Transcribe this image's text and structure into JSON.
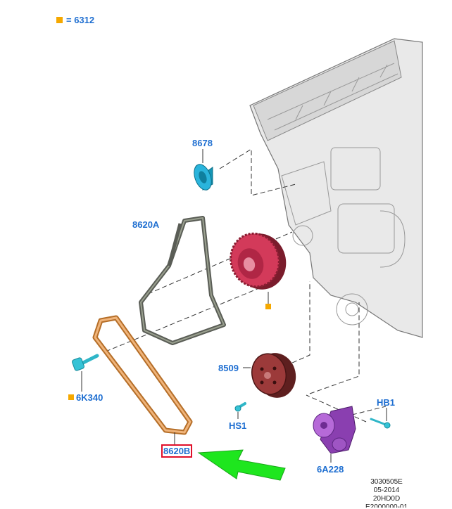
{
  "legend": {
    "marker_color": "#f5a800",
    "text": "= 6312"
  },
  "parts": {
    "p8678": "8678",
    "p8620A": "8620A",
    "p8509": "8509",
    "p6K340": "6K340",
    "pHS1": "HS1",
    "pHB1": "HB1",
    "p6A228": "6A228",
    "p8620B": "8620B"
  },
  "highlighted_part": "8620B",
  "ref_codes": {
    "line1": "3030505E",
    "line2": "05-2014",
    "line3": "20HD0D",
    "line4": "E2000000-01"
  },
  "colors": {
    "label": "#1f6fd1",
    "highlight_box": "#e0102a",
    "arrow": "#22dd22"
  }
}
